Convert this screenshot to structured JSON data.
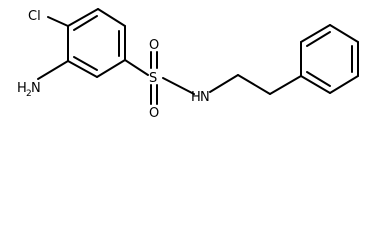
{
  "molecule": {
    "atom_labels": {
      "chlorine": "Cl",
      "amine_h": "H",
      "amine_h_count": "2",
      "amine_n": "N",
      "sulfur": "S",
      "oxygen_top": "O",
      "oxygen_bottom": "O",
      "amide_h": "H",
      "amide_n": "N"
    },
    "colors": {
      "bond": "#000000",
      "label": "#000000",
      "background": "#ffffff"
    }
  }
}
